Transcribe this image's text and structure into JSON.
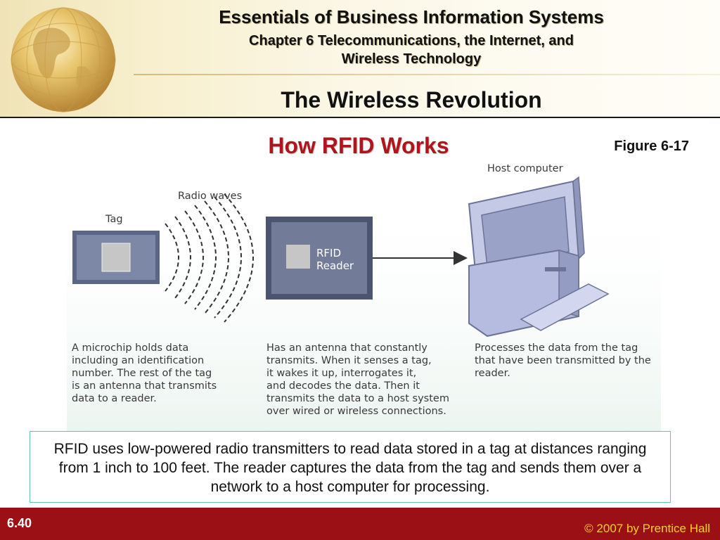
{
  "header": {
    "title": "Essentials of Business Information Systems",
    "chapter_line1": "Chapter 6 Telecommunications, the Internet, and",
    "chapter_line2": "Wireless Technology",
    "section_title": "The Wireless Revolution"
  },
  "slide": {
    "subtitle": "How RFID Works",
    "figure_label": "Figure 6-17"
  },
  "diagram": {
    "labels": {
      "tag": "Tag",
      "radio_waves": "Radio waves",
      "reader_line1": "RFID",
      "reader_line2": "Reader",
      "host_computer": "Host computer"
    },
    "descriptions": {
      "tag": [
        "A microchip holds data",
        "including an identification",
        "number. The rest of the tag",
        "is an antenna that transmits",
        "data to a reader."
      ],
      "reader": [
        "Has an antenna that constantly",
        "transmits. When it senses a tag,",
        "it wakes it up, interrogates it,",
        "and decodes the data. Then it",
        "transmits the data to a host system",
        "over wired or wireless connections."
      ],
      "host": [
        "Processes the data from the tag",
        "that have been transmitted by the",
        "reader."
      ]
    }
  },
  "caption": "RFID uses low-powered radio transmitters to read data stored in a tag at distances ranging from 1 inch to 100 feet. The reader captures the data from the tag and sends them over a network to a host computer for processing.",
  "footer": {
    "slide_number": "6.40",
    "copyright": "© 2007 by Prentice Hall"
  },
  "colors": {
    "footer_bg": "#9b1014",
    "subtitle": "#b0141c",
    "copyright": "#f2d12a",
    "caption_border": "#5fc4b3"
  },
  "icons": [
    "globe-icon",
    "rfid-tag-icon",
    "radio-waves-icon",
    "rfid-reader-icon",
    "arrow-right-icon",
    "host-computer-icon"
  ]
}
